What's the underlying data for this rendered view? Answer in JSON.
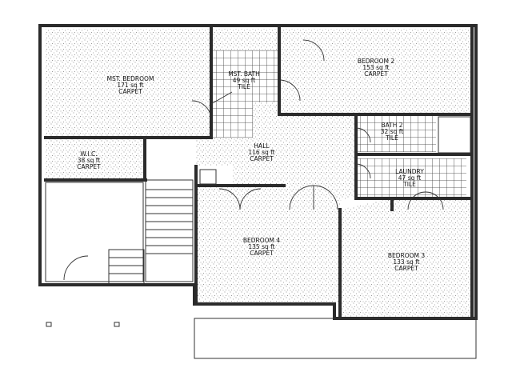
{
  "rooms": {
    "mst_bedroom": {
      "name": "MST. BEDROOM",
      "area": "171 sq ft",
      "floor": "CARPET"
    },
    "mst_bath": {
      "name": "MST. BATH",
      "area": "49 sq ft",
      "floor": "TILE"
    },
    "bedroom2": {
      "name": "BEDROOM 2",
      "area": "153 sq ft",
      "floor": "CARPET"
    },
    "wic": {
      "name": "W.I.C.",
      "area": "38 sq ft",
      "floor": "CARPET"
    },
    "hall": {
      "name": "HALL",
      "area": "116 sq ft",
      "floor": "CARPET"
    },
    "bath2": {
      "name": "BATH 2",
      "area": "32 sq ft",
      "floor": "TILE"
    },
    "laundry": {
      "name": "LAUNDRY",
      "area": "47 sq ft",
      "floor": "TILE"
    },
    "bedroom4": {
      "name": "BEDROOM 4",
      "area": "135 sq ft",
      "floor": "CARPET"
    },
    "bedroom3": {
      "name": "BEDROOM 3",
      "area": "133 sq ft",
      "floor": "CARPET"
    }
  },
  "colors": {
    "wall": "#2b2b2b",
    "stipple": "#7a7a7a",
    "tile": "#333333",
    "background": "#ffffff"
  }
}
